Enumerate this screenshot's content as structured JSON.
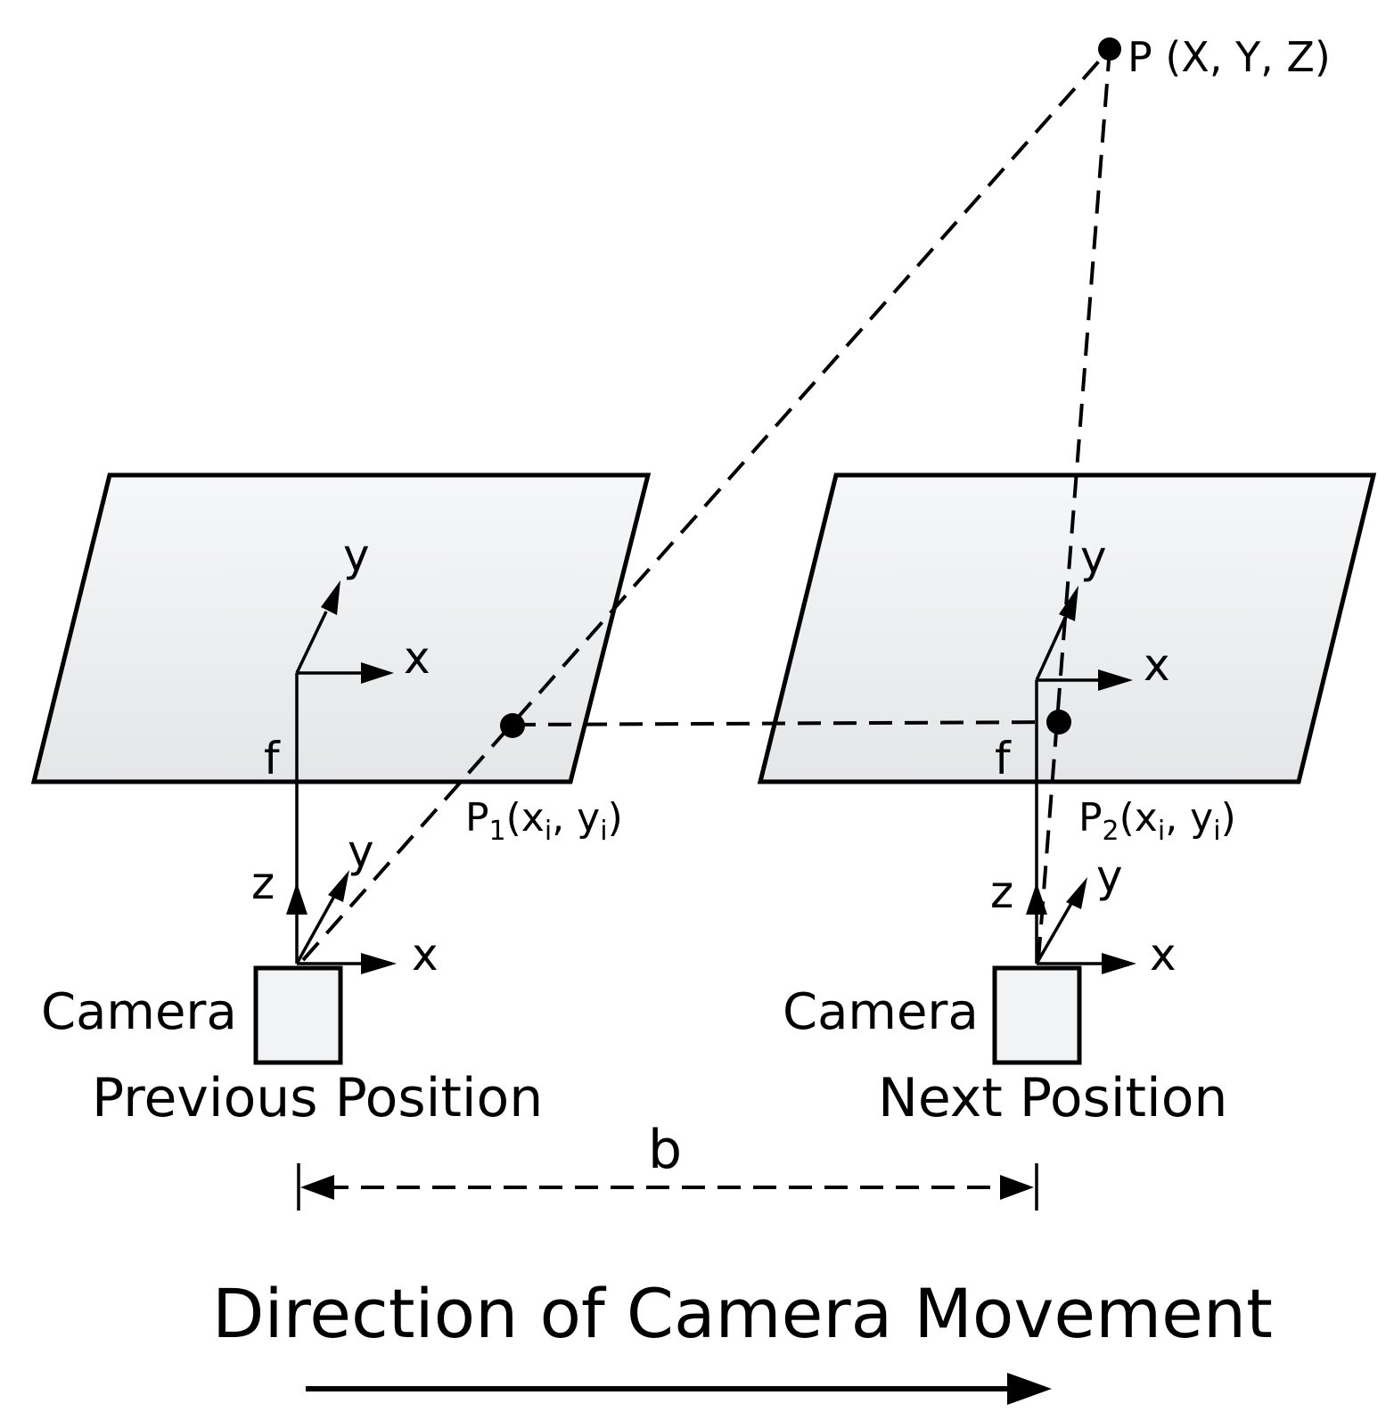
{
  "diagram": {
    "point_label": "P (X, Y, Z)",
    "left": {
      "camera_label": "Camera",
      "position_label": "Previous Position",
      "plane_axis_x": "x",
      "plane_axis_y": "y",
      "focal_label": "f",
      "cam_axis_x": "x",
      "cam_axis_y": "y",
      "cam_axis_z": "z",
      "proj_point": {
        "main": "P",
        "sub_index": "1",
        "open": "(x",
        "sub_i1": "i",
        "mid": ", y",
        "sub_i2": "i",
        "close": ")"
      }
    },
    "right": {
      "camera_label": "Camera",
      "position_label": "Next Position",
      "plane_axis_x": "x",
      "plane_axis_y": "y",
      "focal_label": "f",
      "cam_axis_x": "x",
      "cam_axis_y": "y",
      "cam_axis_z": "z",
      "proj_point": {
        "main": "P",
        "sub_index": "2",
        "open": "(x",
        "sub_i1": "i",
        "mid": ", y",
        "sub_i2": "i",
        "close": ")"
      }
    },
    "baseline_label": "b",
    "movement_title": "Direction of Camera Movement",
    "colors": {
      "plane_fill_top": "#f5f6f7",
      "plane_fill_bottom": "#e6e7e8",
      "camera_fill": "#f2f3f4",
      "stroke": "#000000"
    }
  }
}
